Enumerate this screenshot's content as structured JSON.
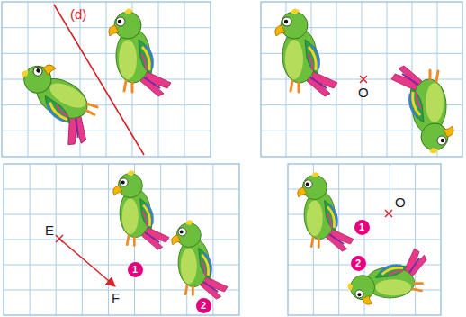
{
  "diagram": {
    "nodes": [
      {
        "text": [
          "1"
        ]
      },
      {
        "text": [
          "2"
        ]
      },
      {
        "text": [
          "1"
        ]
      },
      {
        "text": [
          "2"
        ]
      }
    ],
    "labels": [
      "(d)",
      "O",
      "E",
      "F",
      "O"
    ]
  }
}
